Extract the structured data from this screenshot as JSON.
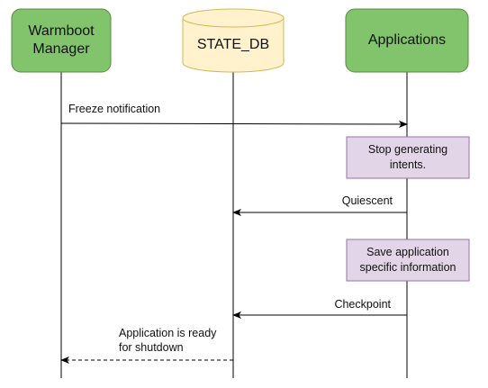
{
  "participants": [
    {
      "id": "warmboot",
      "label": "Warmboot\nManager",
      "shape": "rounded-rectangle",
      "fill": "#82c46c",
      "stroke": "#5b8a46"
    },
    {
      "id": "statedb",
      "label": "STATE_DB",
      "shape": "cylinder",
      "fill": "#fff2cc",
      "stroke": "#d6b656"
    },
    {
      "id": "apps",
      "label": "Applications",
      "shape": "rounded-rectangle",
      "fill": "#82c46c",
      "stroke": "#5b8a46"
    }
  ],
  "messages": [
    {
      "id": "freeze",
      "label": "Freeze notification",
      "from": "warmboot",
      "to": "apps",
      "style": "solid"
    },
    {
      "id": "quiescent",
      "label": "Quiescent",
      "from": "apps",
      "to": "statedb",
      "style": "solid"
    },
    {
      "id": "checkpoint",
      "label": "Checkpoint",
      "from": "apps",
      "to": "statedb",
      "style": "solid"
    },
    {
      "id": "ready",
      "label_line1": "Application is ready",
      "label_line2": "for shutdown",
      "from": "statedb",
      "to": "warmboot",
      "style": "dashed"
    }
  ],
  "notes": [
    {
      "id": "stop",
      "line1": "Stop generating",
      "line2": "intents.",
      "on": "apps",
      "fill": "#e1d5e7",
      "stroke": "#9673a6"
    },
    {
      "id": "save",
      "line1": "Save application",
      "line2": "specific information",
      "on": "apps",
      "fill": "#e1d5e7",
      "stroke": "#9673a6"
    }
  ],
  "colors": {
    "lifeline": "#000000",
    "arrow": "#000000"
  }
}
